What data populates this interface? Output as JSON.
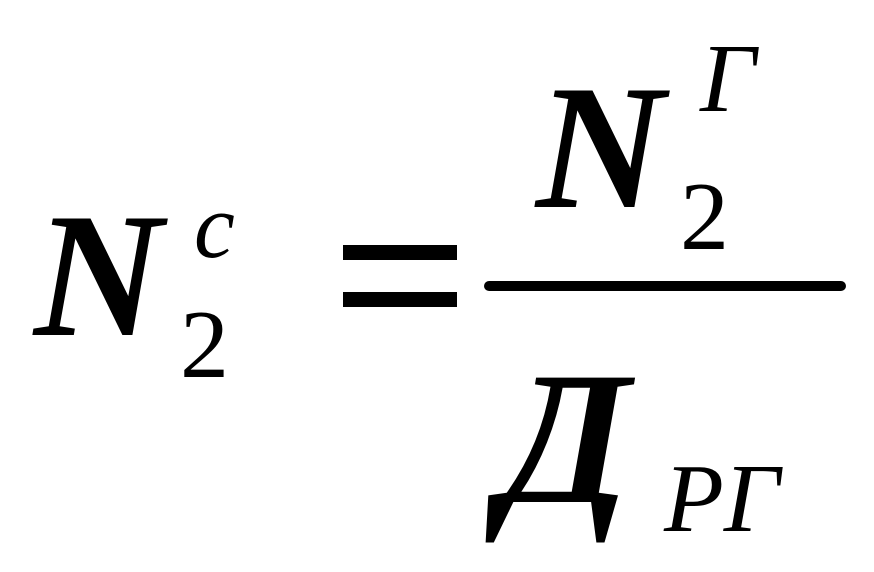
{
  "formula": {
    "lhs": {
      "base": "N",
      "superscript": "c",
      "subscript": "2"
    },
    "relation": "=",
    "rhs": {
      "numerator": {
        "base": "N",
        "superscript": "Г",
        "subscript": "2"
      },
      "denominator": {
        "base": "Д",
        "subscript": "РГ"
      }
    }
  },
  "colors": {
    "ink": "#000000",
    "background": "#ffffff"
  }
}
